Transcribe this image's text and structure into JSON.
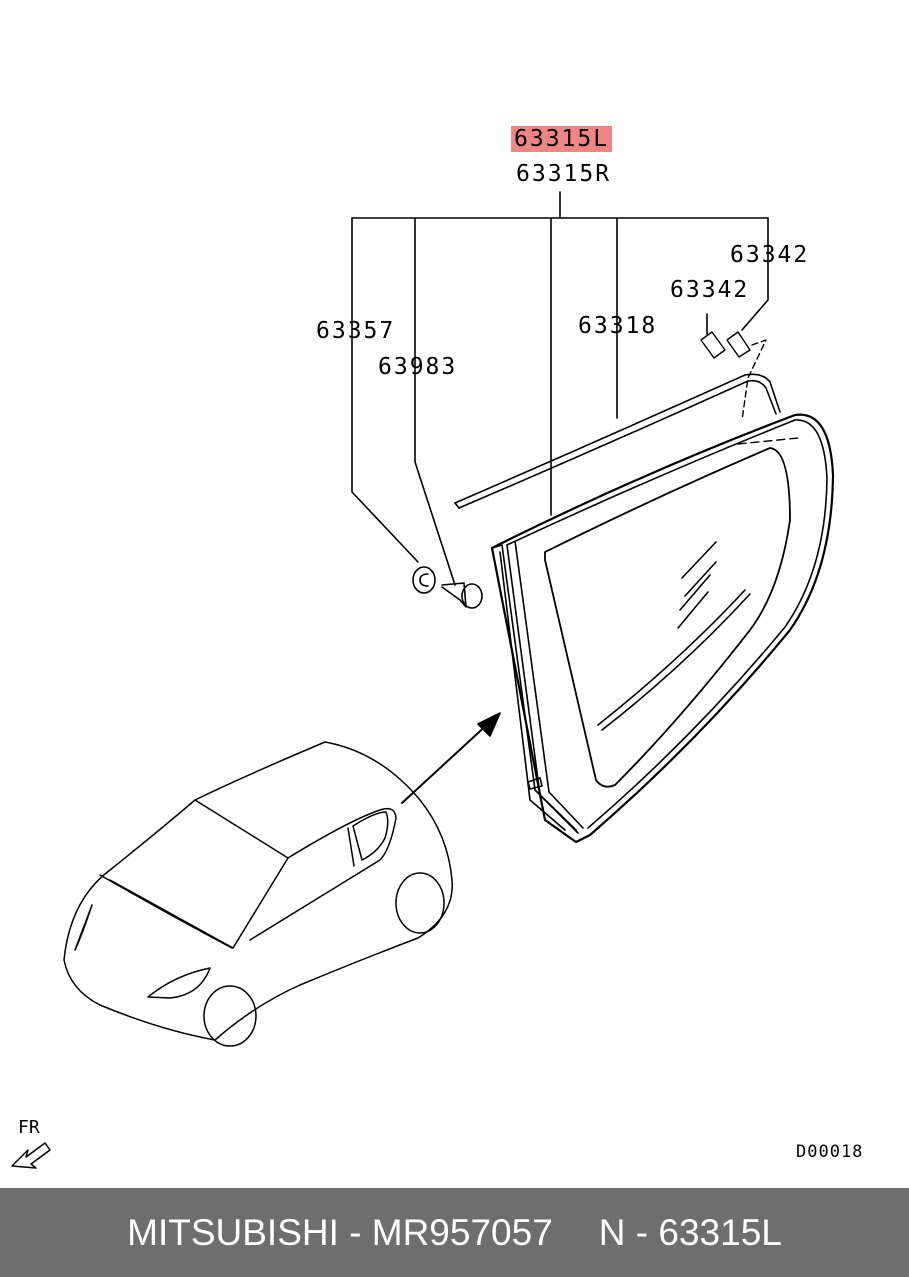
{
  "labels": {
    "main_part_highlighted": "63315L",
    "main_part_alt": "63315R",
    "part_63342_a": "63342",
    "part_63342_b": "63342",
    "part_63357": "63357",
    "part_63983": "63983",
    "part_63318": "63318"
  },
  "front_indicator": "FR",
  "diagram_ref": "D00018",
  "footer": {
    "brand_part": "MITSUBISHI - MR957057",
    "ref_code": "N - 63315L"
  },
  "colors": {
    "highlight": "#ef8585",
    "footer_bg": "#6e6e6e",
    "footer_text": "#ffffff"
  }
}
